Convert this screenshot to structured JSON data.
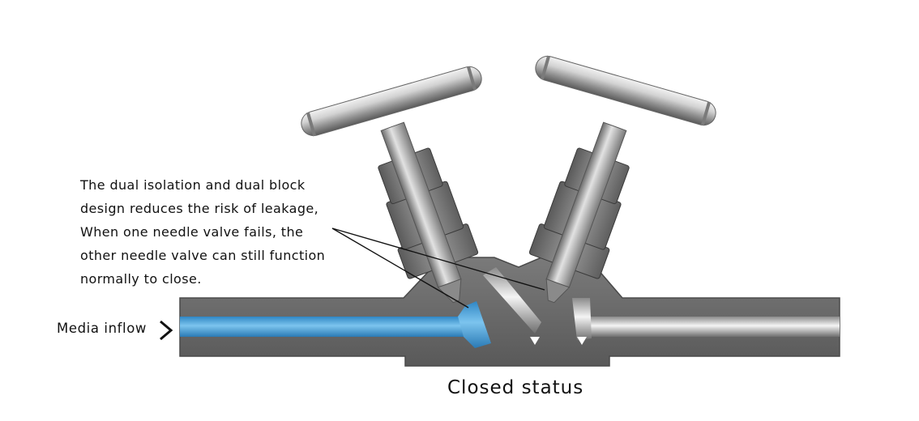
{
  "annotation": {
    "lines": [
      "The dual isolation and dual block",
      "design reduces the risk of leakage,",
      "When one needle valve fails, the",
      "other needle valve can still function",
      "normally to close."
    ]
  },
  "inflow": {
    "label": "Media inflow"
  },
  "caption": "Closed status",
  "colors": {
    "body": "#6f6f6f",
    "body_dark": "#4e4e4e",
    "steel": "#b4b4b4",
    "media": "#4fa6dc"
  }
}
